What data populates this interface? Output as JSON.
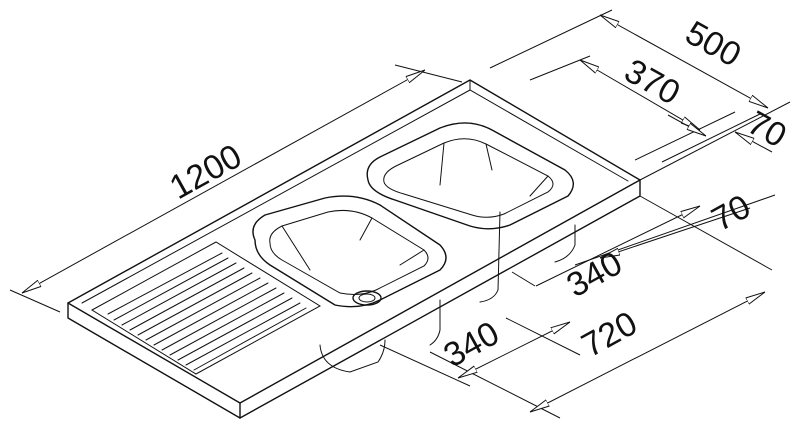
{
  "dimensions": {
    "overall_length": "1200",
    "overall_depth": "500",
    "inner_depth": "370",
    "back_margin": "70",
    "front_margin": "70",
    "bowl_right_width": "340",
    "bowl_left_width": "340",
    "bowls_total_width": "720"
  },
  "colors": {
    "stroke": "#111111",
    "background": "#ffffff"
  }
}
